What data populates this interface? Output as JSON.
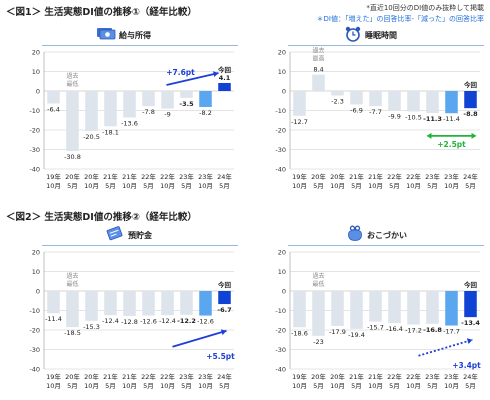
{
  "notes": {
    "line1": "*直近10回分のDI値のみ抜粋して掲載",
    "line2": "＊DI値：「増えた」の回答比率-「減った」の回答比率"
  },
  "figures": [
    {
      "title": "＜図1＞ 生活実態DI値の推移①（経年比較）"
    },
    {
      "title": "＜図2＞ 生活実態DI値の推移②（経年比較）"
    }
  ],
  "colors": {
    "bar": "#dde4ec",
    "prev_bar": "#5aa7f0",
    "latest_bar": "#1043d4",
    "up_arrow": "#1e3fd6",
    "green": "#22b33a",
    "grid": "#c9c9c9"
  },
  "chart_data": [
    {
      "type": "bar",
      "title": "給与所得",
      "icon": "money-icon",
      "categories": [
        "19年\n10月",
        "20年\n5月",
        "20年\n10月",
        "21年\n5月",
        "21年\n10月",
        "22年\n5月",
        "22年\n10月",
        "23年\n5月",
        "23年\n10月",
        "24年\n5月"
      ],
      "values": [
        -6.4,
        -30.8,
        -20.5,
        -18.1,
        -13.6,
        -7.8,
        -9.0,
        -3.5,
        -8.2,
        4.1
      ],
      "bold_indices": [
        7,
        9
      ],
      "ylim": [
        -40,
        20
      ],
      "yticks": [
        20,
        10,
        0,
        -10,
        -20,
        -30,
        -40
      ],
      "lowest_index": 1,
      "lowest_label": "過去\n最低",
      "latest_label": "今回",
      "change": {
        "text": "+7.6pt",
        "direction": "up",
        "from": 7,
        "to": 9
      }
    },
    {
      "type": "bar",
      "title": "睡眠時間",
      "icon": "alarm-clock-icon",
      "categories": [
        "19年\n10月",
        "20年\n5月",
        "20年\n10月",
        "21年\n5月",
        "21年\n10月",
        "22年\n5月",
        "22年\n10月",
        "23年\n5月",
        "23年\n10月",
        "24年\n5月"
      ],
      "values": [
        -12.7,
        8.4,
        -2.3,
        -6.9,
        -7.7,
        -9.9,
        -10.5,
        -11.3,
        -11.4,
        -8.8
      ],
      "bold_indices": [
        7,
        9
      ],
      "ylim": [
        -40,
        20
      ],
      "yticks": [
        20,
        10,
        0,
        -10,
        -20,
        -30,
        -40
      ],
      "lowest_index": 1,
      "lowest_label": "過去\n最高",
      "latest_label": "今回",
      "change": {
        "text": "+2.5pt",
        "direction": "both",
        "from": 7,
        "to": 9
      }
    },
    {
      "type": "bar",
      "title": "預貯金",
      "icon": "bankbook-icon",
      "categories": [
        "19年\n10月",
        "20年\n5月",
        "20年\n10月",
        "21年\n5月",
        "21年\n10月",
        "22年\n5月",
        "22年\n10月",
        "23年\n5月",
        "23年\n10月",
        "24年\n5月"
      ],
      "values": [
        -11.4,
        -18.5,
        -15.3,
        -12.4,
        -12.8,
        -12.6,
        -12.4,
        -12.2,
        -12.6,
        -6.7
      ],
      "bold_indices": [
        7,
        9
      ],
      "ylim": [
        -40,
        20
      ],
      "yticks": [
        20,
        10,
        0,
        -10,
        -20,
        -30,
        -40
      ],
      "lowest_index": 1,
      "lowest_label": "過去\n最低",
      "latest_label": "今回",
      "change": {
        "text": "+5.5pt",
        "direction": "up",
        "from": 7,
        "to": 9
      }
    },
    {
      "type": "bar",
      "title": "おこづかい",
      "icon": "coin-purse-icon",
      "categories": [
        "19年\n10月",
        "20年\n5月",
        "20年\n10月",
        "21年\n5月",
        "21年\n10月",
        "22年\n5月",
        "22年\n10月",
        "23年\n5月",
        "23年\n10月",
        "24年\n5月"
      ],
      "values": [
        -18.6,
        -23.0,
        -17.9,
        -19.4,
        -15.7,
        -16.4,
        -17.2,
        -16.8,
        -17.7,
        -13.4
      ],
      "bold_indices": [
        7,
        9
      ],
      "ylim": [
        -40,
        20
      ],
      "yticks": [
        20,
        10,
        0,
        -10,
        -20,
        -30,
        -40
      ],
      "lowest_index": 1,
      "lowest_label": "過去\n最低",
      "latest_label": "今回",
      "change": {
        "text": "+3.4pt",
        "direction": "up-dotted",
        "from": 7,
        "to": 9
      }
    }
  ]
}
